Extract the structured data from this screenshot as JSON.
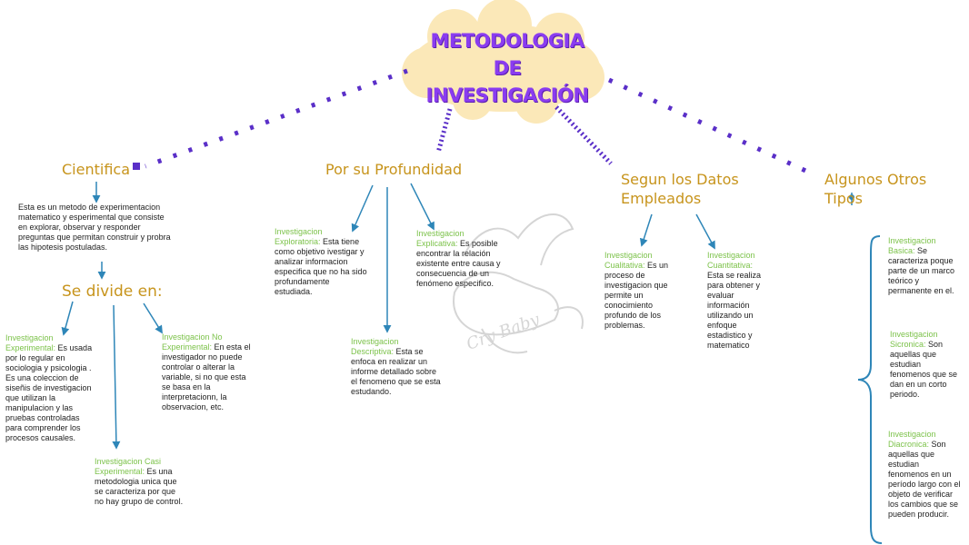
{
  "title": {
    "line1": "METODOLOGIA DE",
    "line2": "INVESTIGACIÓN"
  },
  "watermark": {
    "text": "Cry Baby"
  },
  "branches": {
    "cientifica": {
      "title": "Cientifica",
      "description": "Esta es un metodo de experimentacion matematico y esperimental que consiste en explorar, observar y responder preguntas que permitan construir y probra las hipotesis postuladas.",
      "subtitle": "Se divide en:",
      "items": [
        {
          "label": "Investigacion Experimental:",
          "text": "Es usada por lo regular en sociologia y psicologia . Es una coleccion de siseñis de investigacion que utilizan la manipulacion y las pruebas controladas para comprender los procesos causales."
        },
        {
          "label": "Investigacion No Experimental:",
          "text": "En esta el investigador no puede controlar o alterar la variable, si no que esta se basa en la interpretacionn, la observacion, etc."
        },
        {
          "label": "Investigacion Casi Experimental:",
          "text": "Es una metodologia unica que se caracteriza por que no hay grupo de control."
        }
      ]
    },
    "profundidad": {
      "title": "Por su Profundidad",
      "items": [
        {
          "label": "Investigacion Exploratoria:",
          "text": "Esta tiene como objetivo ivestigar y analizar informacion especifica que no ha sido profundamente estudiada."
        },
        {
          "label": "Investigacion Descriptiva:",
          "text": "Esta se enfoca en realizar un informe detallado sobre el fenomeno que se esta estudando."
        },
        {
          "label": "Investigacion Explicativa:",
          "text": "Es posible encontrar la relación existente entre causa y consecuencia de un fenómeno especifico."
        }
      ]
    },
    "datos": {
      "title_line1": "Segun los Datos",
      "title_line2": "Empleados",
      "items": [
        {
          "label": "Investigacion Cualitativa:",
          "text": "Es un proceso de investigacion que permite un conocimiento profundo de los problemas."
        },
        {
          "label": "Investigacion Cuantitativa:",
          "text": "Esta se realiza para obtener y evaluar información utilizando un enfoque estadistico y matematico"
        }
      ]
    },
    "otros": {
      "title": "Algunos Otros Tipos",
      "items": [
        {
          "label": "Investigacion Basica:",
          "text": "Se caracteriza poque parte de un marco teórico y permanente en el."
        },
        {
          "label": "Investigacion Sicronica:",
          "text": "Son aquellas que estudian fenomenos que se dan en un corto periodo."
        },
        {
          "label": "Investigacion Diacronica:",
          "text": "Son aquellas que estudian fenomenos en un período largo con el objeto de verificar los cambios que se pueden producir."
        }
      ]
    }
  },
  "colors": {
    "title": "#8a3cf0",
    "cloud": "#fbe8b8",
    "branch_title": "#c7941c",
    "connector": "#5a2fc8",
    "arrow": "#2e86b8",
    "label": "#7cc24a"
  }
}
